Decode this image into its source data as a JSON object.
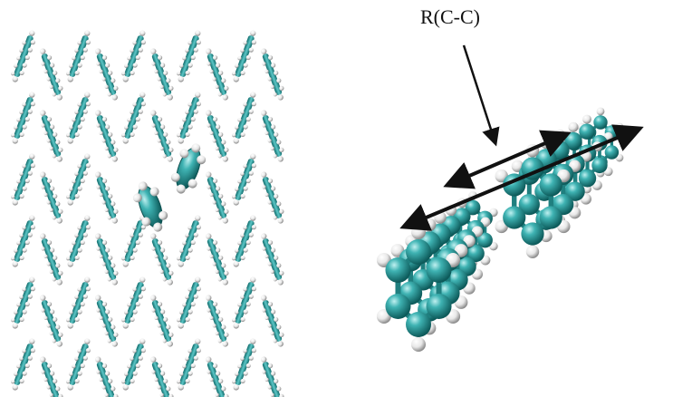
{
  "annotation": {
    "label": "R(C-C)"
  },
  "colors": {
    "carbon": "#2a9e9e",
    "carbon_dark": "#0f5f5f",
    "hydrogen": "#f2f2f2",
    "hydrogen_shade": "#9a9a9a",
    "arrow": "#111111"
  },
  "legend": [],
  "lattice": {
    "columns": 10,
    "rows": 6
  }
}
